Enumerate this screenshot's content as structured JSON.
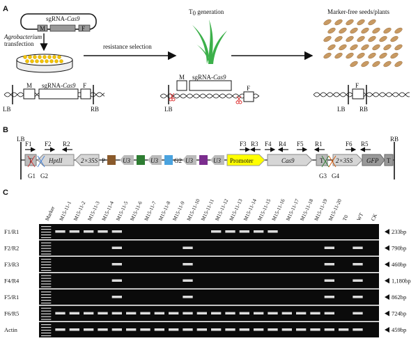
{
  "panelA": {
    "letter": "A",
    "plasmid_label": "sgRNA-",
    "plasmid_label_it": "Cas9",
    "m": "M",
    "f": "F",
    "agro_line1": "Agrobacterium",
    "agro_line2": "transfection",
    "selection": "resistance selection",
    "t0_pre": "T",
    "t0_sub": "0",
    "t0_post": " generation",
    "markerfree": "Marker-free seeds/plants",
    "lb": "LB",
    "rb": "RB"
  },
  "panelB": {
    "letter": "B",
    "lb": "LB",
    "rb": "RB",
    "primers": [
      "F1",
      "F2",
      "R2",
      "F3",
      "R3",
      "F4",
      "R4",
      "F5",
      "R1",
      "F6",
      "R5"
    ],
    "guides": [
      "G1",
      "G2",
      "G3",
      "G4"
    ],
    "hpt": "HptII",
    "p35s_left": "2×35S",
    "p35s_right": "2×35S",
    "p": "P",
    "u3": "U3",
    "g1": "G1",
    "g2": "G2",
    "g3": "G3",
    "g4": "G4",
    "promoter": "Promoter",
    "cas9": "Cas9",
    "t": "T",
    "gfp": "GFP",
    "colors": {
      "promoter": "#ffff00",
      "g_brown": "#8a5a2b",
      "g_green": "#2e7d32",
      "g_blue": "#4aa3df",
      "g_purple": "#7b2d8e",
      "arrow_gray": "#b5b5b5"
    }
  },
  "panelC": {
    "letter": "C",
    "lanes": [
      "Marker",
      "M15-11-1",
      "M15-11-2",
      "M15-11-3",
      "M15-11-4",
      "M15-11-5",
      "M15-11-6",
      "M15-11-7",
      "M15-11-8",
      "M15-11-9",
      "M15-11-10",
      "M15-11-11",
      "M15-11-12",
      "M15-11-13",
      "M15-11-14",
      "M15-11-15",
      "M15-11-16",
      "M15-11-17",
      "M15-11-18",
      "M15-11-19",
      "M15-11-20",
      "T0",
      "WT",
      "CK"
    ],
    "rows": [
      {
        "label": "F1/R1",
        "size": "233bp",
        "bands": [
          1,
          1,
          1,
          1,
          1,
          0,
          0,
          0,
          0,
          0,
          0,
          1,
          1,
          1,
          1,
          1,
          0,
          0,
          0,
          0,
          0,
          0,
          0
        ]
      },
      {
        "label": "F2/R2",
        "size": "790bp",
        "bands": [
          0,
          0,
          0,
          0,
          1,
          0,
          0,
          0,
          0,
          1,
          0,
          0,
          0,
          0,
          0,
          0,
          0,
          0,
          0,
          1,
          0,
          1
        ]
      },
      {
        "label": "F3/R3",
        "size": "460bp",
        "bands": [
          0,
          0,
          0,
          0,
          1,
          0,
          0,
          0,
          0,
          1,
          0,
          0,
          0,
          0,
          0,
          0,
          0,
          0,
          0,
          1,
          0,
          1
        ]
      },
      {
        "label": "F4/R4",
        "size": "1,180bp",
        "bands": [
          0,
          0,
          0,
          0,
          1,
          0,
          0,
          0,
          0,
          1,
          0,
          0,
          0,
          0,
          0,
          0,
          0,
          0,
          0,
          1,
          0,
          1
        ]
      },
      {
        "label": "F5/R1",
        "size": "862bp",
        "bands": [
          0,
          0,
          0,
          0,
          1,
          0,
          0,
          0,
          0,
          1,
          0,
          0,
          0,
          0,
          0,
          0,
          0,
          0,
          0,
          1,
          0,
          1
        ]
      },
      {
        "label": "F6/R5",
        "size": "724bp",
        "bands": [
          1,
          1,
          1,
          1,
          1,
          1,
          1,
          1,
          1,
          1,
          1,
          1,
          1,
          1,
          1,
          1,
          1,
          1,
          1,
          1,
          0,
          1
        ]
      },
      {
        "label": "Actin",
        "size": "459bp",
        "bands": [
          1,
          1,
          1,
          1,
          1,
          1,
          1,
          1,
          1,
          1,
          1,
          1,
          1,
          1,
          1,
          1,
          1,
          1,
          1,
          1,
          1,
          1
        ]
      }
    ]
  }
}
